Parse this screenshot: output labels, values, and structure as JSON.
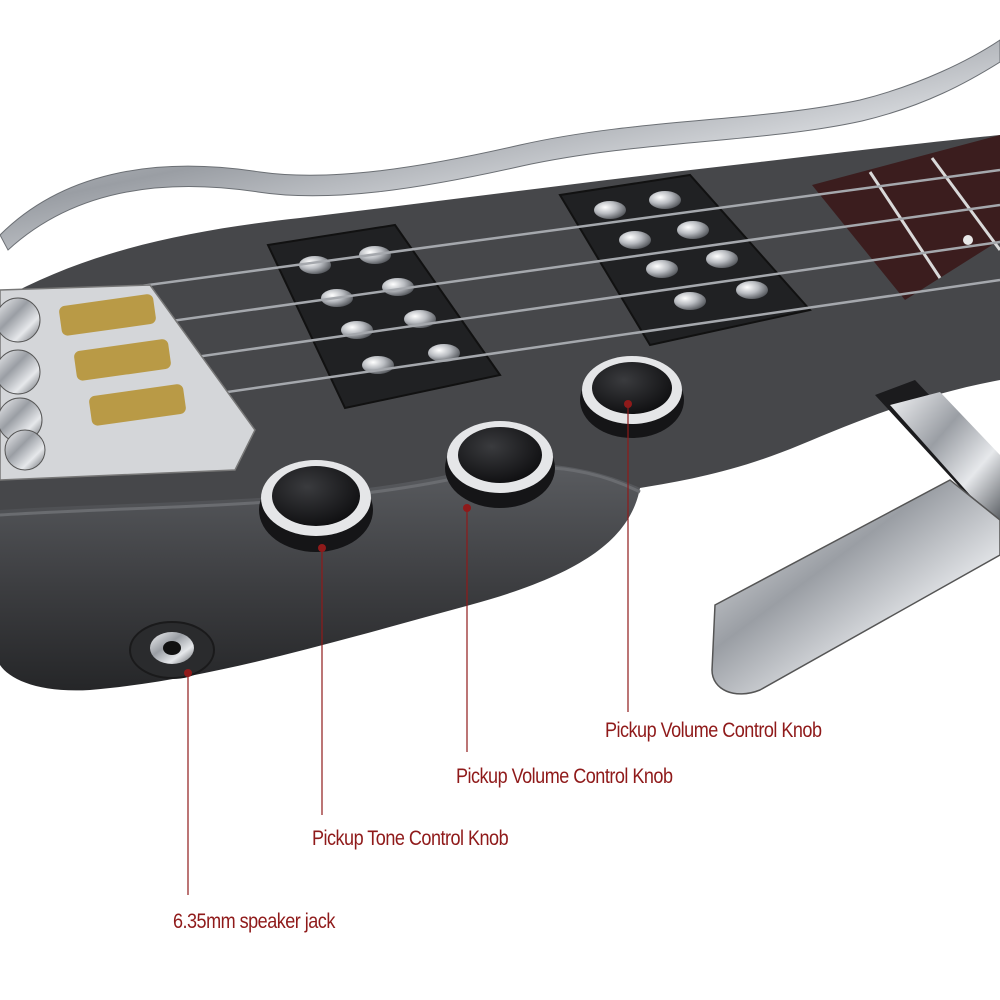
{
  "colors": {
    "callout_text": "#8f1a1a",
    "leader_line": "#8f1a1a",
    "body": "#3a3b3d",
    "chrome": "#c8cbcf",
    "fretboard": "#3a1d1d"
  },
  "callouts": {
    "volume_knob_2": "Pickup Volume Control Knob",
    "volume_knob_1": "Pickup Volume Control Knob",
    "tone_knob": "Pickup Tone Control Knob",
    "speaker_jack": "6.35mm speaker jack"
  }
}
